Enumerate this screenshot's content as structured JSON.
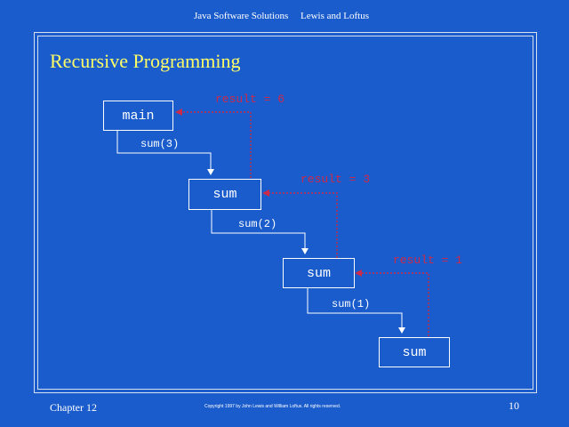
{
  "header": {
    "book_title": "Java Software Solutions",
    "authors": "Lewis and Loftus"
  },
  "slide": {
    "title": "Recursive Programming"
  },
  "diagram": {
    "boxes": {
      "main": "main",
      "sum1": "sum",
      "sum2": "sum",
      "sum3": "sum"
    },
    "calls": {
      "call1": "sum(3)",
      "call2": "sum(2)",
      "call3": "sum(1)"
    },
    "results": {
      "result1": "result = 6",
      "result2": "result = 3",
      "result3": "result = 1"
    },
    "colors": {
      "call_line": "#ffffff",
      "return_line": "#cc2a4a",
      "title": "#ffff66",
      "background": "#1a5ccc"
    }
  },
  "footer": {
    "chapter": "Chapter 12",
    "copyright": "Copyright 1997 by John Lewis and William Loftus.  All rights reserved.",
    "page_number": "10"
  }
}
